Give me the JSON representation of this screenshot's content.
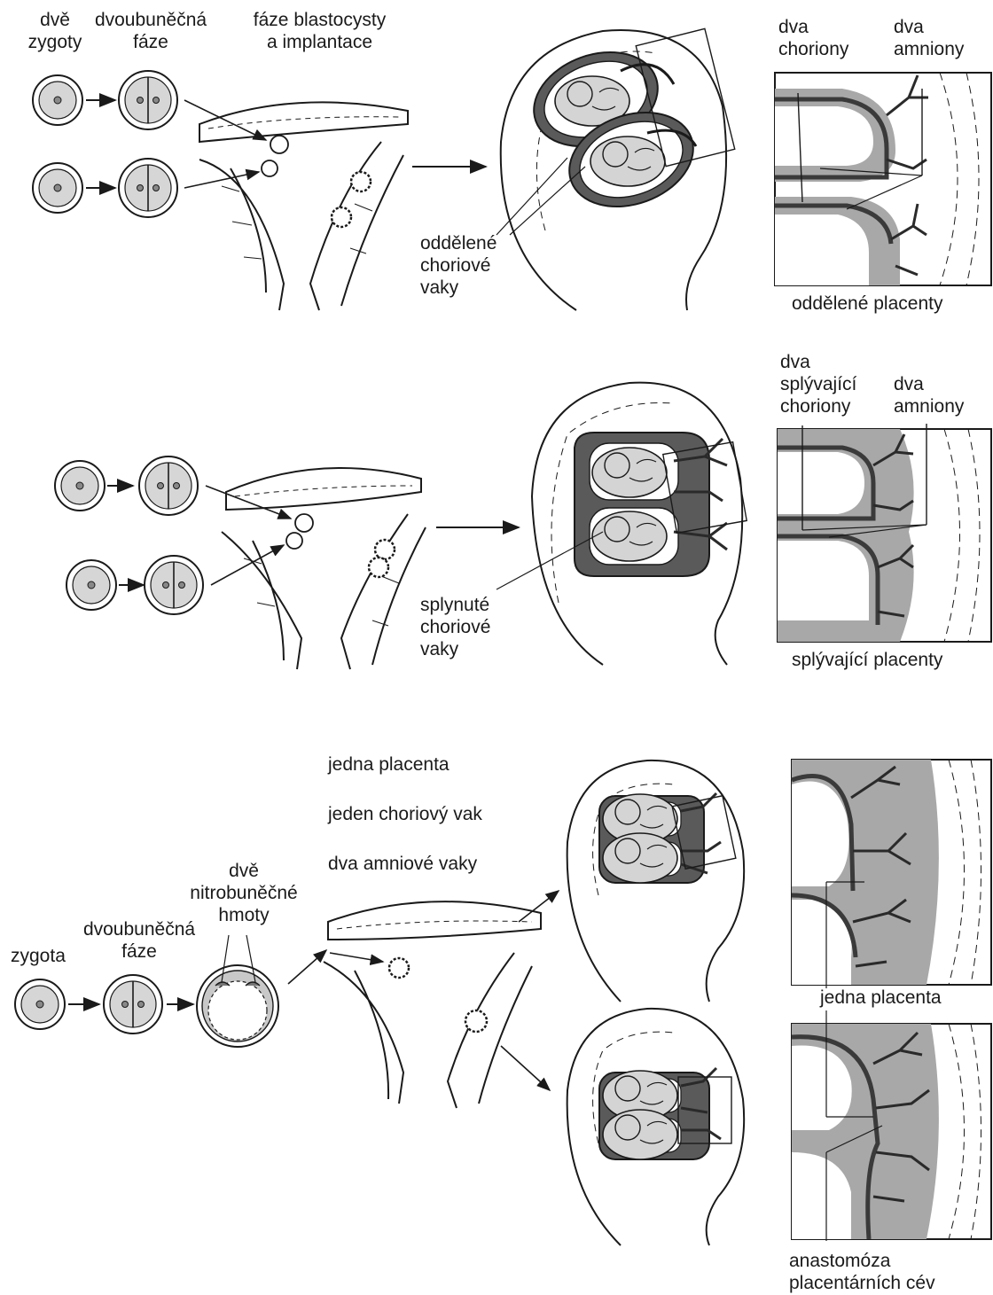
{
  "labels": {
    "top_zygotes": "dvě\nzygoty",
    "top_two_cell": "dvoubuněčná\nfáze",
    "top_blastocyst": "fáze blastocysty\na implantace",
    "top_two_chorions": "dva\nchoriony",
    "top_two_amnions": "dva\namniony",
    "top_separate_sacs": "oddělené\nchoriové\nvaky",
    "top_separate_placentas": "oddělené placenty",
    "mid_two_fusing_chorions": "dva\nsplývající\nchoriony",
    "mid_two_amnions": "dva\namniony",
    "mid_fused_sacs": "splynuté\nchoriové\nvaky",
    "mid_fusing_placentas": "splývající placenty",
    "bot_one_placenta": "jedna placenta",
    "bot_one_chorionic_sac": "jeden choriový vak",
    "bot_two_amniotic_sacs": "dva amniové vaky",
    "bot_two_inner_masses": "dvě\nnitrobuněčné\nhmoty",
    "bot_two_cell": "dvoubuněčná\nfáze",
    "bot_zygote": "zygota",
    "bot_single_placenta": "jedna placenta",
    "bot_anastomosis": "anastomóza\nplacentárních cév"
  },
  "colors": {
    "ink": "#1a1a1a",
    "cell_fill": "#d8d8d8",
    "chorion_dark": "#5a5a5a",
    "placenta_gray": "#a8a8a8",
    "fetus_fill": "#d4d4d4",
    "paper": "#ffffff"
  }
}
